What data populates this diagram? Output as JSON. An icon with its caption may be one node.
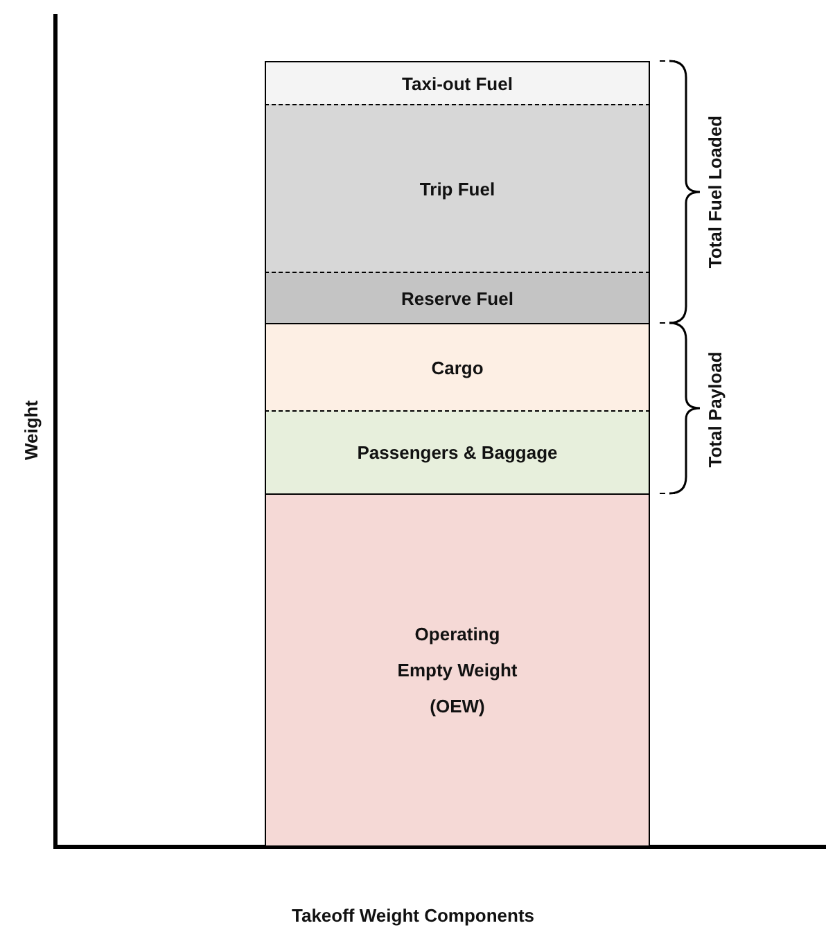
{
  "diagram": {
    "nodes": [
      {
        "text": [
          "Taxi-out Fuel"
        ]
      },
      {
        "text": [
          "Trip Fuel"
        ]
      },
      {
        "text": [
          "Reserve Fuel"
        ]
      },
      {
        "text": [
          "Cargo"
        ]
      },
      {
        "text": [
          "Passengers & Baggage"
        ]
      },
      {
        "text": [
          "Operating Empty Weight (OEW)"
        ]
      }
    ],
    "edges": [],
    "labels": [
      "Total Fuel Loaded",
      "Total Payload",
      "Weight",
      "Takeoff Weight Components"
    ]
  }
}
